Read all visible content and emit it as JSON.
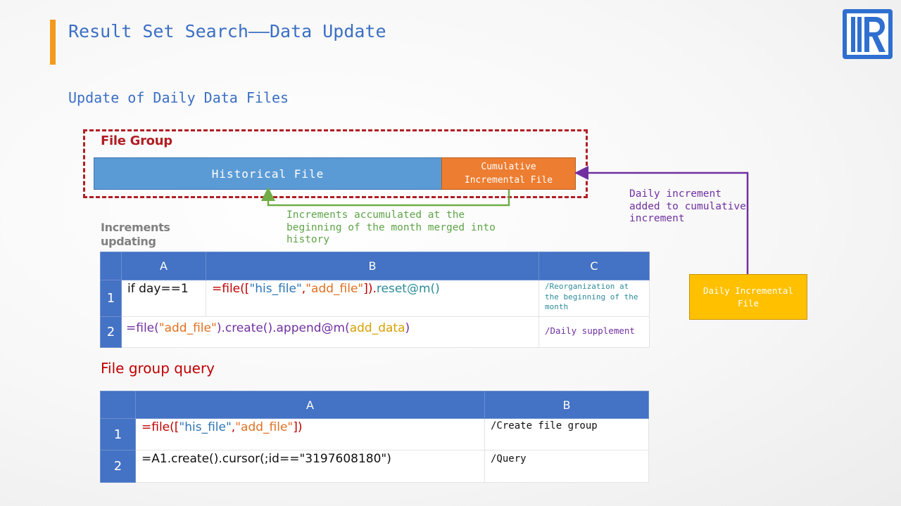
{
  "title": "Result Set Search——Data Update",
  "subtitle": "Update of Daily Data Files",
  "file_group": {
    "label": "File Group",
    "historical": "Historical File",
    "cumulative_line1": "Cumulative",
    "cumulative_line2": "Incremental File"
  },
  "notes": {
    "merge": "Increments accumulated at the beginning of the month merged into history",
    "daily_added": "Daily increment added to cumulative increment"
  },
  "daily_box": {
    "line1": "Daily Incremental",
    "line2": "File"
  },
  "increments_label": "Increments updating",
  "query_label": "File group query",
  "table1": {
    "headers": [
      "A",
      "B",
      "C"
    ],
    "rows": [
      {
        "num": "1",
        "a": "if day==1",
        "b": {
          "p1": "=file([",
          "p2": "\"his_file\"",
          "p3": ",",
          "p4": "\"add_file\"",
          "p5": "]).",
          "p6": "reset@m()"
        },
        "c": "/Reorganization at the beginning of the month"
      },
      {
        "num": "2",
        "code": {
          "p1": "=file(",
          "p2": "\"add_file\"",
          "p3": ").create().append@m(",
          "p4": "add_data",
          "p5": ")"
        },
        "c": "/Daily supplement"
      }
    ]
  },
  "table2": {
    "headers": [
      "A",
      "B"
    ],
    "rows": [
      {
        "num": "1",
        "a": {
          "p1": "=file([",
          "p2": "\"his_file\"",
          "p3": ",",
          "p4": "\"add_file\"",
          "p5": "])"
        },
        "b": "/Create file group"
      },
      {
        "num": "2",
        "a": "=A1.create().cursor(;id==\"3197608180\")",
        "b": "/Query"
      }
    ]
  },
  "colors": {
    "accent": "#f39a1d",
    "title_blue": "#3b6fc4",
    "dashed_red": "#b01e24",
    "historical_blue": "#5b9bd5",
    "cumulative_orange": "#ed7d31",
    "daily_yellow": "#ffc000",
    "merge_green": "#70ad47",
    "daily_purple": "#7030a0",
    "header_blue": "#4472c4"
  }
}
